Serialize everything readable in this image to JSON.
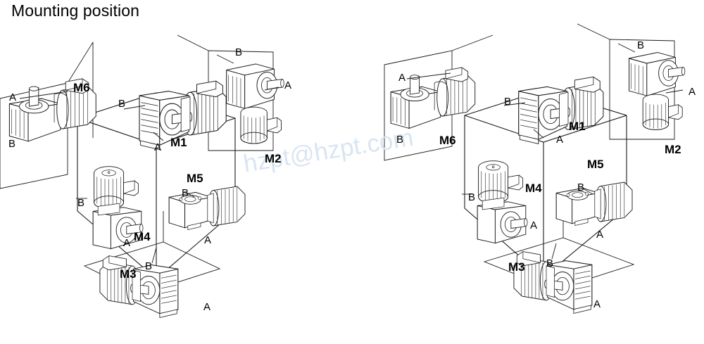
{
  "page": {
    "title": "Mounting position",
    "watermark": "hzpt@hzpt.com",
    "line_color": "#1a1a1a",
    "watermark_color": "#d9e5f2",
    "background": "#ffffff"
  },
  "diagrams": [
    {
      "id": "left-diagram",
      "name": "mounting-position-diagram-left",
      "positions": [
        {
          "code": "M6",
          "shaft_a": "A",
          "shaft_b": "B"
        },
        {
          "code": "M1",
          "shaft_a": "A",
          "shaft_b": "B"
        },
        {
          "code": "M2",
          "shaft_a": "A",
          "shaft_b": "B"
        },
        {
          "code": "M4",
          "shaft_a": "A",
          "shaft_b": "B"
        },
        {
          "code": "M5",
          "shaft_a": "A",
          "shaft_b": "B"
        },
        {
          "code": "M3",
          "shaft_a": "A",
          "shaft_b": "B"
        }
      ]
    },
    {
      "id": "right-diagram",
      "name": "mounting-position-diagram-right",
      "positions": [
        {
          "code": "M6",
          "shaft_a": "A",
          "shaft_b": "B"
        },
        {
          "code": "M1",
          "shaft_a": "A",
          "shaft_b": "B"
        },
        {
          "code": "M2",
          "shaft_a": "A",
          "shaft_b": "B"
        },
        {
          "code": "M4",
          "shaft_a": "A",
          "shaft_b": "B"
        },
        {
          "code": "M5",
          "shaft_a": "A",
          "shaft_b": "B"
        },
        {
          "code": "M3",
          "shaft_a": "A",
          "shaft_b": "B"
        }
      ]
    }
  ],
  "labels": {
    "l_m6_m": "M6",
    "l_m6_a": "A",
    "l_m6_b": "B",
    "l_m1_m": "M1",
    "l_m1_a": "A",
    "l_m1_b": "B",
    "l_m2_m": "M2",
    "l_m2_a": "A",
    "l_m2_b": "B",
    "l_m4_m": "M4",
    "l_m4_a": "A",
    "l_m4_b": "B",
    "l_m5_m": "M5",
    "l_m5_a": "A",
    "l_m5_b": "B",
    "l_m3_m": "M3",
    "l_m3_a": "A",
    "l_m3_b": "B",
    "r_m6_m": "M6",
    "r_m6_a": "A",
    "r_m6_b": "B",
    "r_m1_m": "M1",
    "r_m1_a": "A",
    "r_m1_b": "B",
    "r_m2_m": "M2",
    "r_m2_a": "A",
    "r_m2_b": "B",
    "r_m4_m": "M4",
    "r_m4_a": "A",
    "r_m4_b": "B",
    "r_m5_m": "M5",
    "r_m5_a": "A",
    "r_m5_b": "B",
    "r_m3_m": "M3",
    "r_m3_a": "A",
    "r_m3_b": "B"
  }
}
